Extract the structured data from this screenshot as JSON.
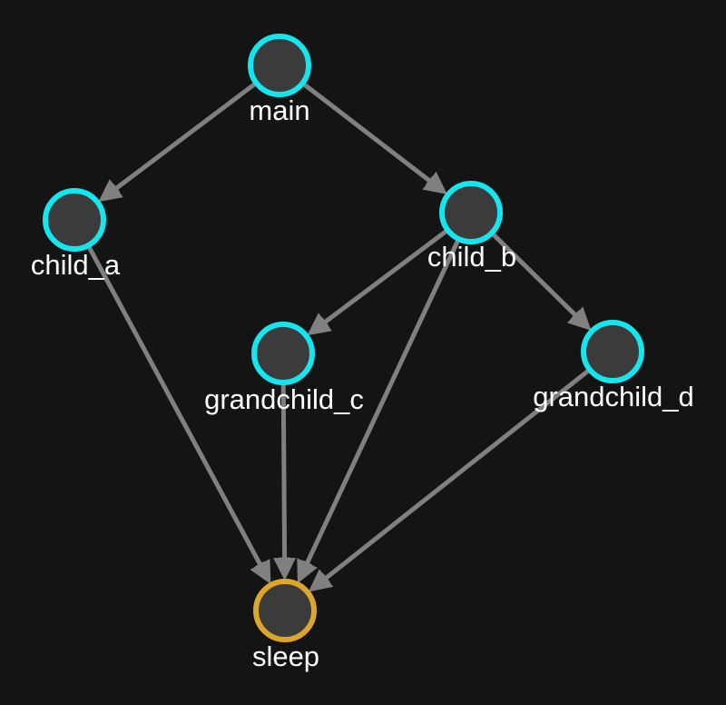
{
  "graph": {
    "colors": {
      "background": "#141414",
      "node_fill": "#3b3b3b",
      "node_stroke_default": "#15e6ee",
      "node_stroke_target": "#dca52c",
      "edge": "#808080",
      "label": "#ffffff"
    },
    "nodes": [
      {
        "id": "main",
        "label": "main",
        "stroke": "default"
      },
      {
        "id": "child_a",
        "label": "child_a",
        "stroke": "default"
      },
      {
        "id": "child_b",
        "label": "child_b",
        "stroke": "default"
      },
      {
        "id": "grandchild_c",
        "label": "grandchild_c",
        "stroke": "default"
      },
      {
        "id": "grandchild_d",
        "label": "grandchild_d",
        "stroke": "default"
      },
      {
        "id": "sleep",
        "label": "sleep",
        "stroke": "target"
      }
    ],
    "edges": [
      {
        "from": "main",
        "to": "child_a"
      },
      {
        "from": "main",
        "to": "child_b"
      },
      {
        "from": "child_b",
        "to": "grandchild_c"
      },
      {
        "from": "child_b",
        "to": "grandchild_d"
      },
      {
        "from": "child_a",
        "to": "sleep"
      },
      {
        "from": "grandchild_c",
        "to": "sleep"
      },
      {
        "from": "child_b",
        "to": "sleep"
      },
      {
        "from": "grandchild_d",
        "to": "sleep"
      }
    ]
  }
}
